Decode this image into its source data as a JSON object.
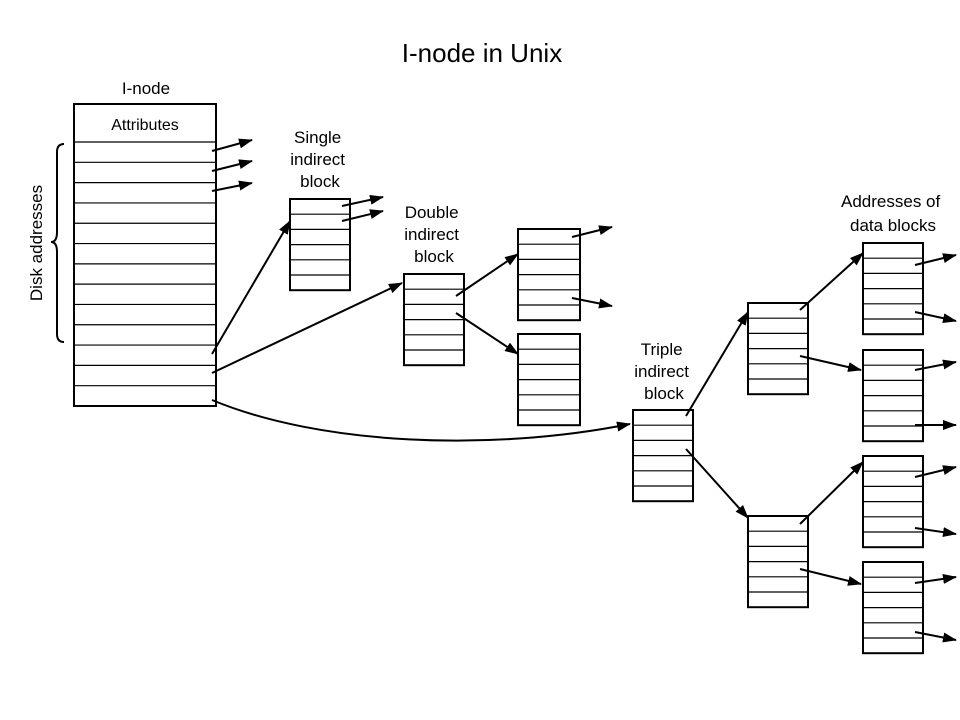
{
  "title": "I-node in Unix",
  "labels": {
    "inode": "I-node",
    "attributes": "Attributes",
    "disk_addresses": "Disk addresses",
    "single": [
      "Single",
      "indirect",
      "block"
    ],
    "double": [
      "Double",
      "indirect",
      "block"
    ],
    "triple": [
      "Triple",
      "indirect",
      "block"
    ],
    "data_blocks": [
      "Addresses of",
      "data blocks"
    ]
  },
  "structure": {
    "inode_address_slots": 13,
    "single_indirect_entries": 6,
    "double_indirect_entries": 6,
    "second_level_entries": 6,
    "triple_indirect_entries": 6,
    "data_block_entries": 6
  }
}
